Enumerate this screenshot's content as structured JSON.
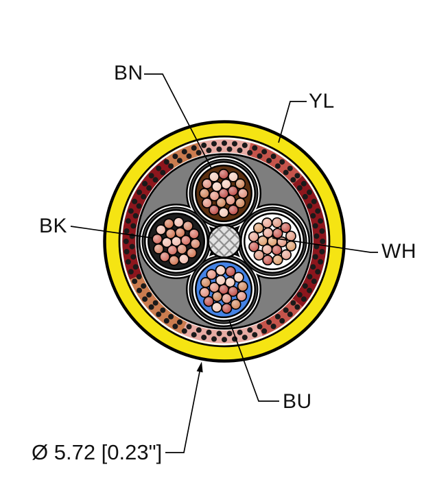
{
  "diagram": {
    "type": "cable-cross-section",
    "labels": {
      "bn": "BN",
      "yl": "YL",
      "bk": "BK",
      "wh": "WH",
      "bu": "BU"
    },
    "dimension_label": "Ø 5.72 [0.23\"]",
    "conductors": [
      {
        "code": "BN",
        "name": "brown",
        "color": "#5B2F10"
      },
      {
        "code": "BK",
        "name": "black",
        "color": "#1E1E1E"
      },
      {
        "code": "WH",
        "name": "white",
        "color": "#FFFFFF"
      },
      {
        "code": "BU",
        "name": "blue",
        "color": "#4583E5"
      }
    ],
    "strand_count_per_conductor": 19,
    "colors": {
      "jacket_yellow": "#F5E413",
      "outline_black": "#000000",
      "shield_pink": "#E8ABA3",
      "shield_red": "#C5544B",
      "shield_dark_red": "#8D161D",
      "shield_copper": "#CB7C4F",
      "shield_dot": "#1A1A1A",
      "tape_white": "#FFFFFF",
      "filler_outer_gray": "#7E7E7E",
      "filler_inner_gray": "#565656",
      "center_filler": "#E3E3E3",
      "center_hatch": "#8E8E8E",
      "strand_palette": [
        "#B93E38",
        "#C44B41",
        "#D05F50",
        "#DE8672",
        "#E69C89",
        "#EFB6A6",
        "#F3C4B2",
        "#DD8F76",
        "#D0795A",
        "#CB7A4C",
        "#DA955F",
        "#CE6A45"
      ]
    }
  }
}
